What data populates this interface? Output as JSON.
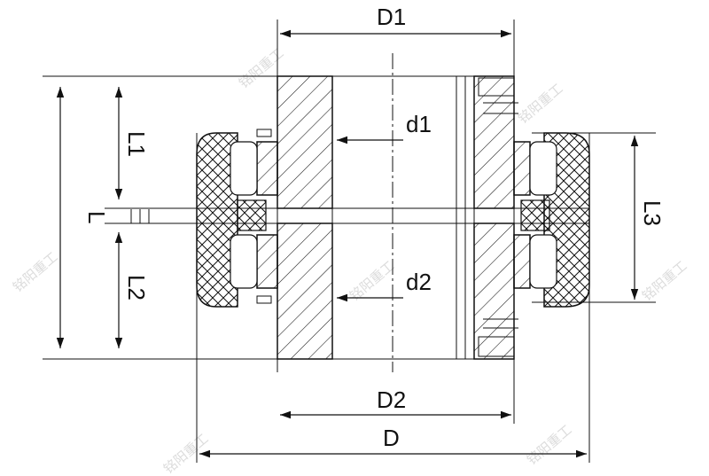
{
  "diagram": {
    "labels": {
      "D1": "D1",
      "D2": "D2",
      "D": "D",
      "L": "L",
      "L1": "L1",
      "L2": "L2",
      "L3": "L3",
      "d1": "d1",
      "d2": "d2"
    },
    "watermark": "铭阳重工",
    "colors": {
      "line": "#111111",
      "watermark": "#dcdcdc"
    }
  }
}
